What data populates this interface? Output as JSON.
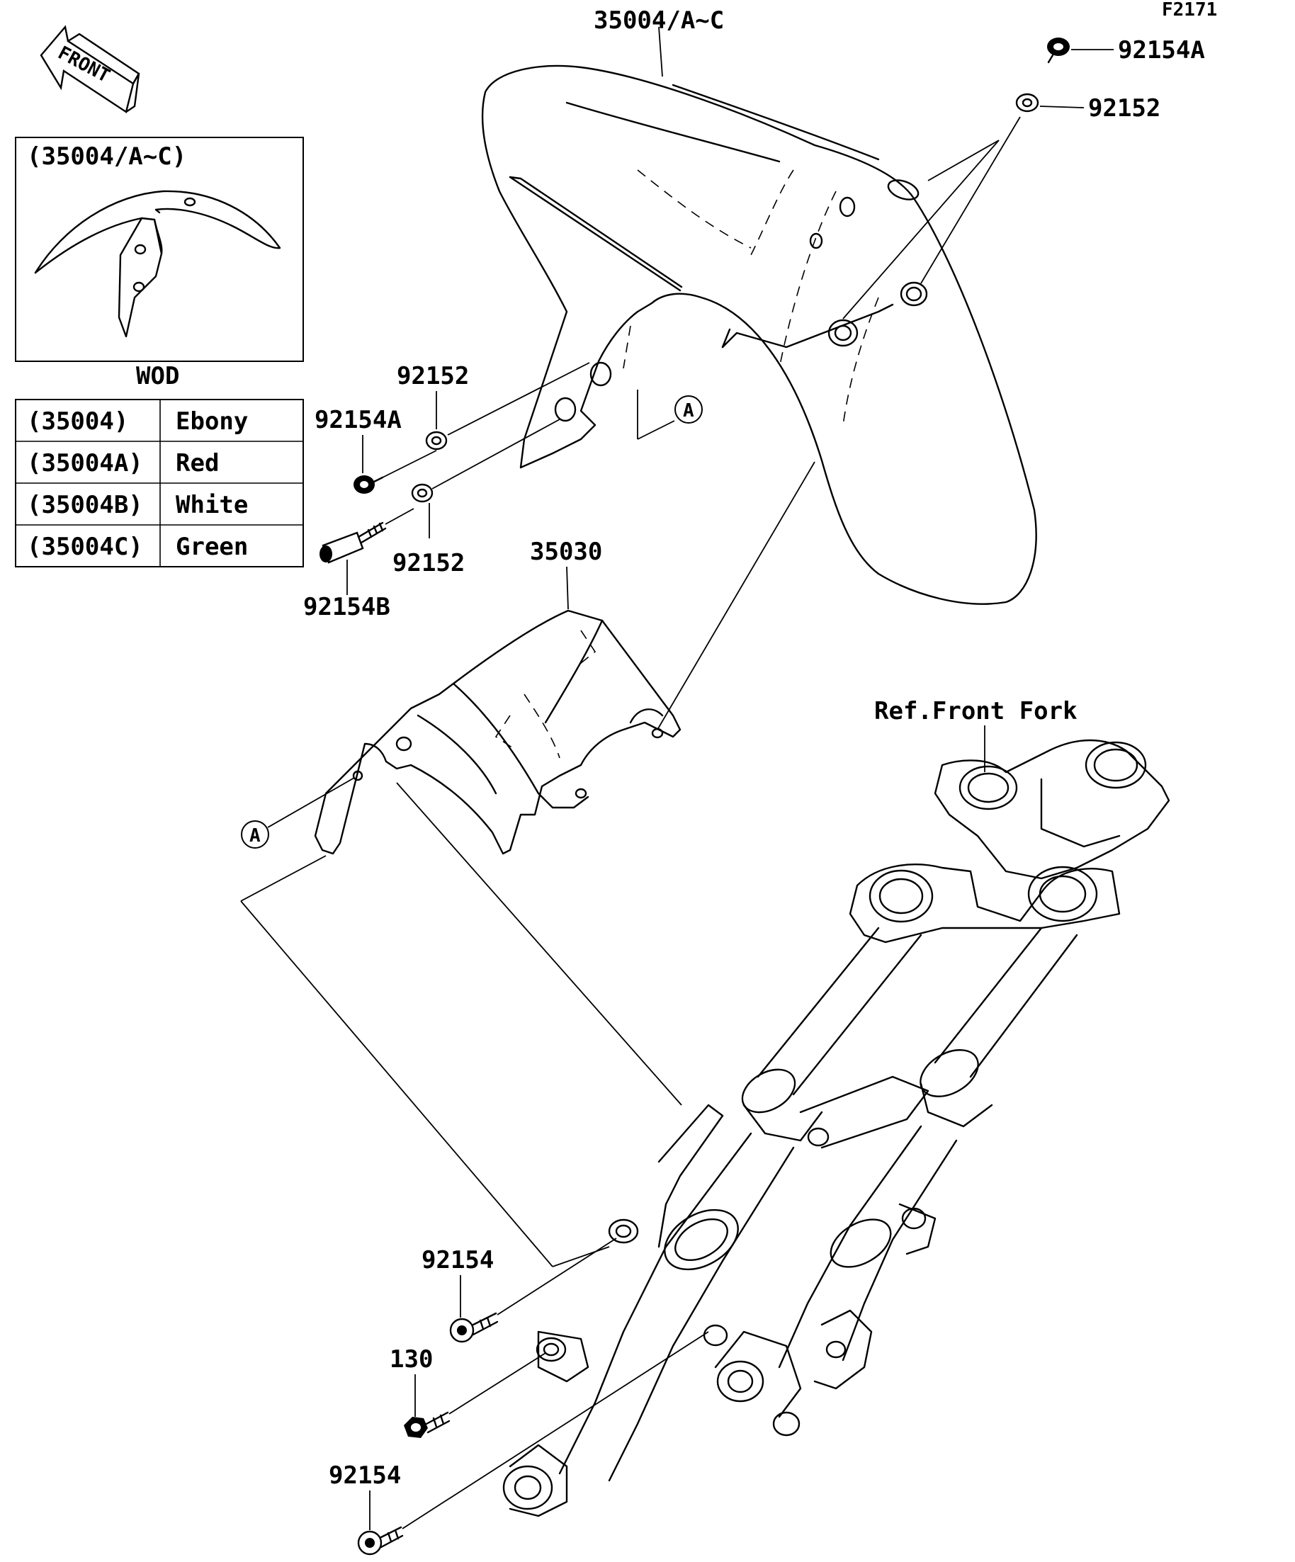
{
  "figure_code": "F2171",
  "front_arrow_label": "FRONT",
  "inset": {
    "title": "(35004/A~C)",
    "caption": "WOD"
  },
  "color_table": [
    {
      "part": "(35004)",
      "color": "Ebony"
    },
    {
      "part": "(35004A)",
      "color": "Red"
    },
    {
      "part": "(35004B)",
      "color": "White"
    },
    {
      "part": "(35004C)",
      "color": "Green"
    }
  ],
  "callouts": {
    "fender": "35004/A~C",
    "bolt_top_right": "92154A",
    "collar_top_right": "92152",
    "collar_left_upper": "92152",
    "bolt_left": "92154A",
    "collar_left_lower": "92152",
    "stud_left": "92154B",
    "bracket": "35030",
    "ref_fork": "Ref.Front Fork",
    "bolt_mid": "92154",
    "bolt_130": "130",
    "bolt_bottom": "92154",
    "ref_a_top": "A",
    "ref_a_left": "A"
  }
}
